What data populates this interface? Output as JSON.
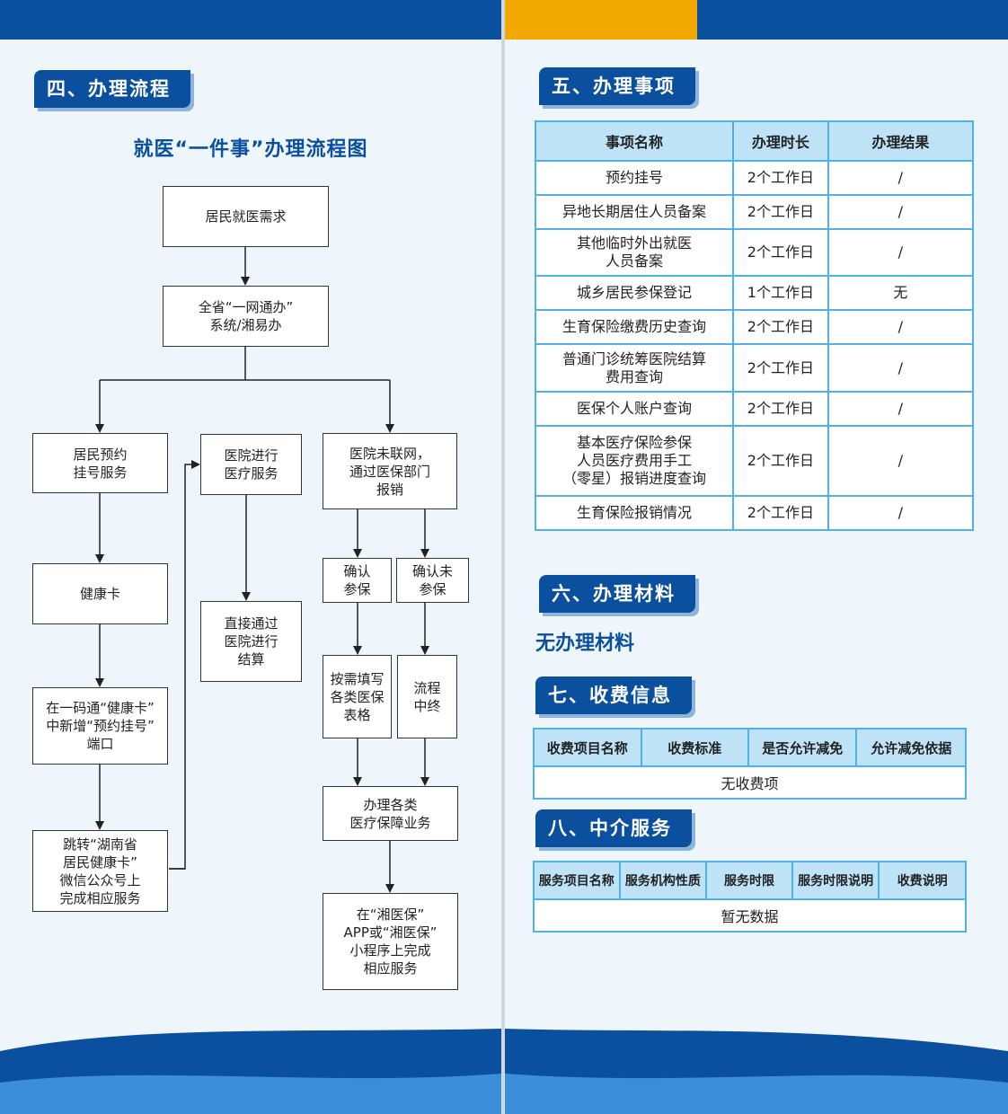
{
  "left": {
    "section_title": "四、办理流程",
    "flow_title": "就医“一件事”办理流程图",
    "nodes": {
      "n1": "居民就医需求",
      "n2": "全省“一网通办”\n系统/湘易办",
      "a1": "居民预约\n挂号服务",
      "a2": "健康卡",
      "a3": "在一码通“健康卡”\n中新增“预约挂号”\n端口",
      "a4": "跳转“湖南省\n居民健康卡”\n微信公众号上\n完成相应服务",
      "b1": "医院进行\n医疗服务",
      "b2": "直接通过\n医院进行\n结算",
      "c1": "医院未联网，\n通过医保部门\n报销",
      "c2": "确认\n参保",
      "c3": "确认未\n参保",
      "c4": "按需填写\n各类医保\n表格",
      "c5": "流程\n中终",
      "c6": "办理各类\n医疗保障业务",
      "c7": "在“湘医保”\nAPP或“湘医保”\n小程序上完成\n相应服务"
    }
  },
  "right": {
    "s5_title": "五、办理事项",
    "items_headers": [
      "事项名称",
      "办理时长",
      "办理结果"
    ],
    "items_rows": [
      [
        "预约挂号",
        "2个工作日",
        "/"
      ],
      [
        "异地长期居住人员备案",
        "2个工作日",
        "/"
      ],
      [
        "其他临时外出就医\n人员备案",
        "2个工作日",
        "/"
      ],
      [
        "城乡居民参保登记",
        "1个工作日",
        "无"
      ],
      [
        "生育保险缴费历史查询",
        "2个工作日",
        "/"
      ],
      [
        "普通门诊统筹医院结算\n费用查询",
        "2个工作日",
        "/"
      ],
      [
        "医保个人账户查询",
        "2个工作日",
        "/"
      ],
      [
        "基本医疗保险参保\n人员医疗费用手工\n（零星）报销进度查询",
        "2个工作日",
        "/"
      ],
      [
        "生育保险报销情况",
        "2个工作日",
        "/"
      ]
    ],
    "s6_title": "六、办理材料",
    "no_materials": "无办理材料",
    "s7_title": "七、收费信息",
    "fee_headers": [
      "收费项目名称",
      "收费标准",
      "是否允许减免",
      "允许减免依据"
    ],
    "fee_empty": "无收费项",
    "s8_title": "八、中介服务",
    "agency_headers": [
      "服务项目名称",
      "服务机构性质",
      "服务时限",
      "服务时限说明",
      "收费说明"
    ],
    "agency_empty": "暂无数据"
  },
  "colors": {
    "primary_blue": "#0b4f9f",
    "accent_gold": "#f2a900",
    "table_border": "#4fb2e4",
    "table_header": "#bfe3f6"
  }
}
